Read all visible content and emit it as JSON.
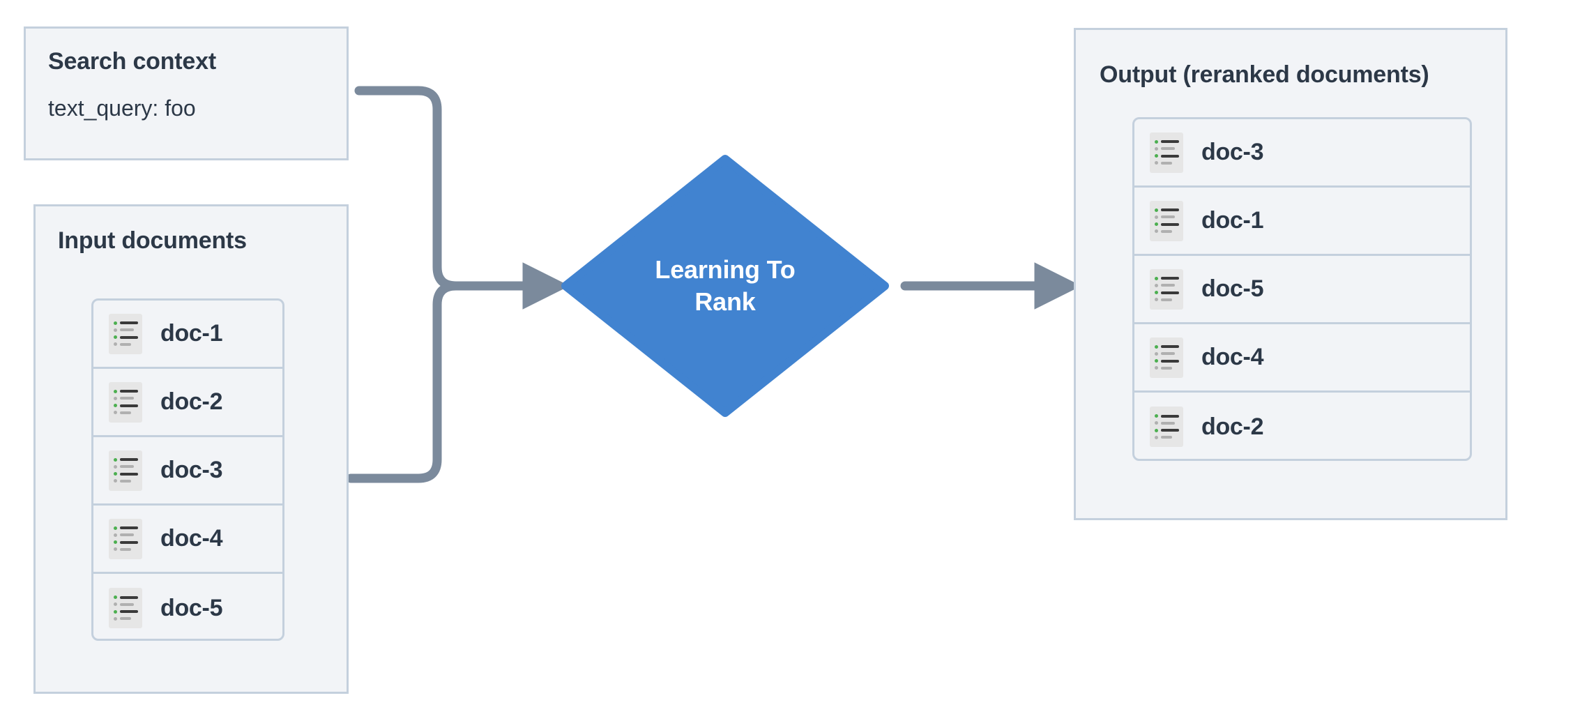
{
  "diagram": {
    "title": "Learning To Rank reranking flow",
    "colors": {
      "panel_bg": "#f2f4f7",
      "panel_border": "#c4d0dd",
      "text": "#2c3847",
      "node_blue": "#4183d0",
      "connector": "#7b8a9c",
      "icon_bg": "#e6e6e6",
      "icon_dot_green": "#4caf50",
      "icon_dot_gray": "#b0b0b0"
    }
  },
  "search_context": {
    "title": "Search context",
    "query_label": "text_query: foo"
  },
  "input_documents": {
    "title": "Input documents",
    "documents": [
      {
        "id": "doc-1",
        "icon": "document-list-icon"
      },
      {
        "id": "doc-2",
        "icon": "document-list-icon"
      },
      {
        "id": "doc-3",
        "icon": "document-list-icon"
      },
      {
        "id": "doc-4",
        "icon": "document-list-icon"
      },
      {
        "id": "doc-5",
        "icon": "document-list-icon"
      }
    ]
  },
  "process_node": {
    "label": "Learning To\nRank",
    "shape": "diamond"
  },
  "output": {
    "title": "Output (reranked documents)",
    "documents": [
      {
        "id": "doc-3",
        "icon": "document-list-icon"
      },
      {
        "id": "doc-1",
        "icon": "document-list-icon"
      },
      {
        "id": "doc-5",
        "icon": "document-list-icon"
      },
      {
        "id": "doc-4",
        "icon": "document-list-icon"
      },
      {
        "id": "doc-2",
        "icon": "document-list-icon"
      }
    ]
  },
  "connectors": [
    {
      "name": "search-context-to-ltr",
      "from": "search_context",
      "to": "process_node",
      "arrow": true
    },
    {
      "name": "input-documents-to-ltr",
      "from": "input_documents",
      "to": "process_node",
      "arrow": true
    },
    {
      "name": "ltr-to-output",
      "from": "process_node",
      "to": "output",
      "arrow": true
    }
  ]
}
